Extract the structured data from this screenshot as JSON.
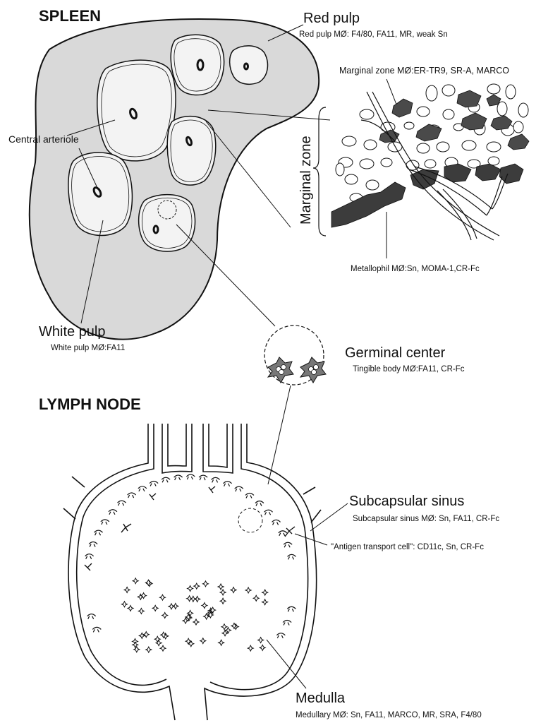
{
  "headings": {
    "spleen": "SPLEEN",
    "lymph_node": "LYMPH NODE"
  },
  "spleen": {
    "red_pulp": {
      "title": "Red pulp",
      "detail": "Red pulp MØ: F4/80, FA11, MR, weak Sn"
    },
    "marginal_zone_mo": "Marginal zone MØ:ER-TR9, SR-A, MARCO",
    "marginal_zone": "Marginal zone",
    "metallophil": "Metallophil MØ:Sn, MOMA-1,CR-Fc",
    "central_arteriole": "Central  arteriole",
    "white_pulp": {
      "title": "White pulp",
      "detail": "White pulp MØ:FA11"
    }
  },
  "germinal_center": {
    "title": "Germinal center",
    "detail": "Tingible body MØ:FA11, CR-Fc"
  },
  "lymph_node": {
    "subcapsular": {
      "title": "Subcapsular sinus",
      "detail": "Subcapsular sinus MØ: Sn, FA11, CR-Fc"
    },
    "antigen_transport": "\"Antigen transport cell\": CD11c, Sn, CR-Fc",
    "medulla": {
      "title": "Medulla",
      "detail": "Medullary MØ: Sn, FA11, MARCO, MR, SRA, F4/80"
    }
  },
  "colors": {
    "stroke": "#111111",
    "fill_gray": "#d9d9d9",
    "dark_cell": "#555555"
  }
}
